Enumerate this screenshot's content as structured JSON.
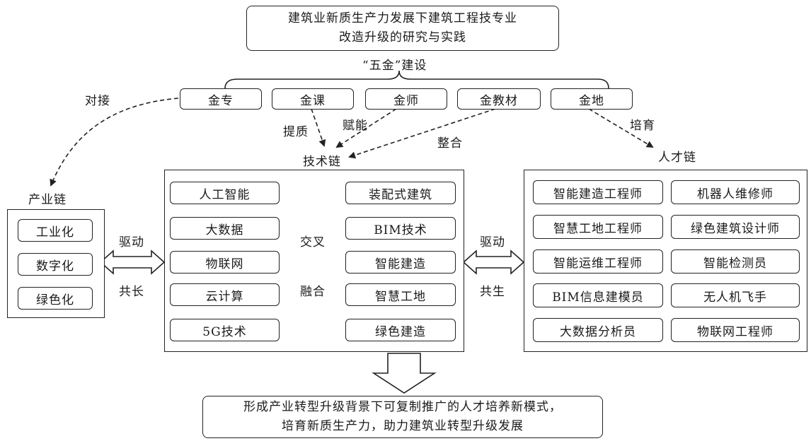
{
  "title": {
    "line1": "建筑业新质生产力发展下建筑工程技专业",
    "line2": "改造升级的研究与实践"
  },
  "wujin": {
    "heading": "“五金”建设",
    "items": [
      "金专",
      "金课",
      "金师",
      "金教材",
      "金地"
    ]
  },
  "edge_labels": {
    "duijie": "对接",
    "tizhi": "提质",
    "funeng": "赋能",
    "zhenghe": "整合",
    "peiyu": "培育",
    "qudong_left": "驱动",
    "gongzhang": "共长",
    "jiaocha": "交叉",
    "ronghe": "融合",
    "qudong_right": "驱动",
    "gongsheng": "共生"
  },
  "industry_chain": {
    "label": "产业链",
    "items": [
      "工业化",
      "数字化",
      "绿色化"
    ]
  },
  "tech_chain": {
    "label": "技术链",
    "left": [
      "人工智能",
      "大数据",
      "物联网",
      "云计算",
      "5G技术"
    ],
    "right": [
      "装配式建筑",
      "BIM技术",
      "智能建造",
      "智慧工地",
      "绿色建造"
    ]
  },
  "talent_chain": {
    "label": "人才链",
    "left": [
      "智能建造工程师",
      "智慧工地工程师",
      "智能运维工程师",
      "BIM信息建模员",
      "大数据分析员"
    ],
    "right": [
      "机器人维修师",
      "绿色建筑设计师",
      "智能检测员",
      "无人机飞手",
      "物联网工程师"
    ]
  },
  "result": {
    "line1": "形成产业转型升级背景下可复制推广的人才培养新模式，",
    "line2": "培育新质生产力，助力建筑业转型升级发展"
  }
}
